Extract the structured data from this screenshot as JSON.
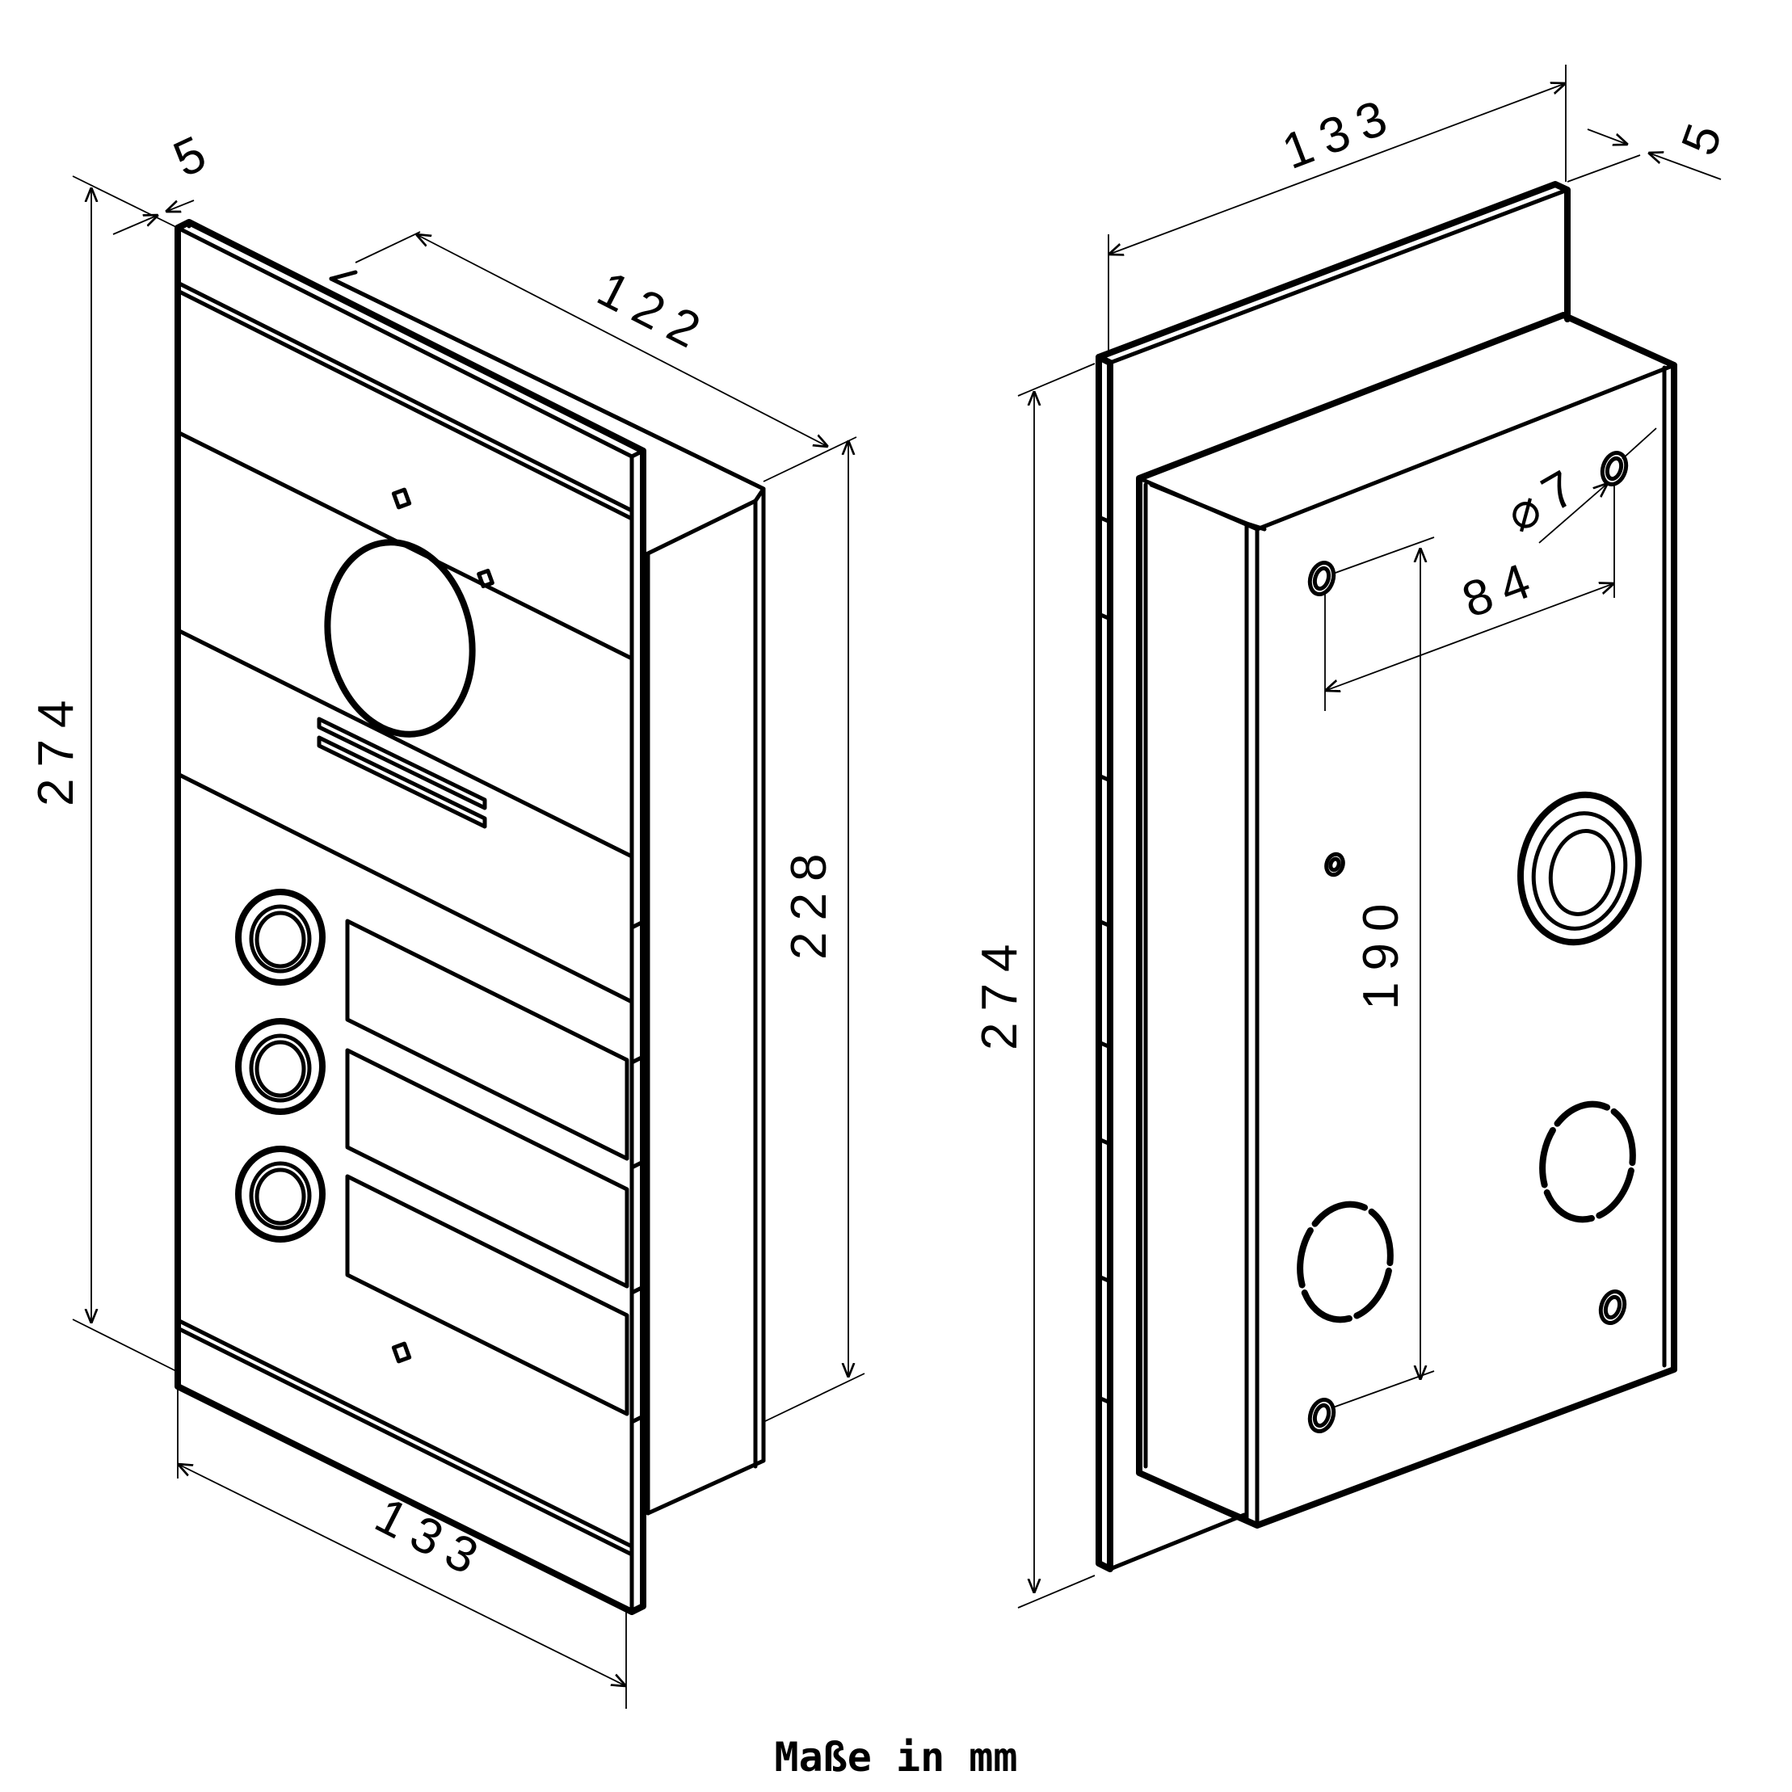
{
  "caption": "Maße in mm",
  "left_view": {
    "dim_height": "274",
    "dim_plate_thickness": "5",
    "dim_depth": "122",
    "dim_box_height": "228",
    "dim_width": "133"
  },
  "right_view": {
    "dim_width": "133",
    "dim_plate_thickness": "5",
    "dim_height": "274",
    "dim_hole_diameter": "⌀7",
    "dim_hole_spacing_h": "84",
    "dim_hole_spacing_v": "190"
  },
  "colors": {
    "line": "#000000",
    "background": "#ffffff"
  }
}
